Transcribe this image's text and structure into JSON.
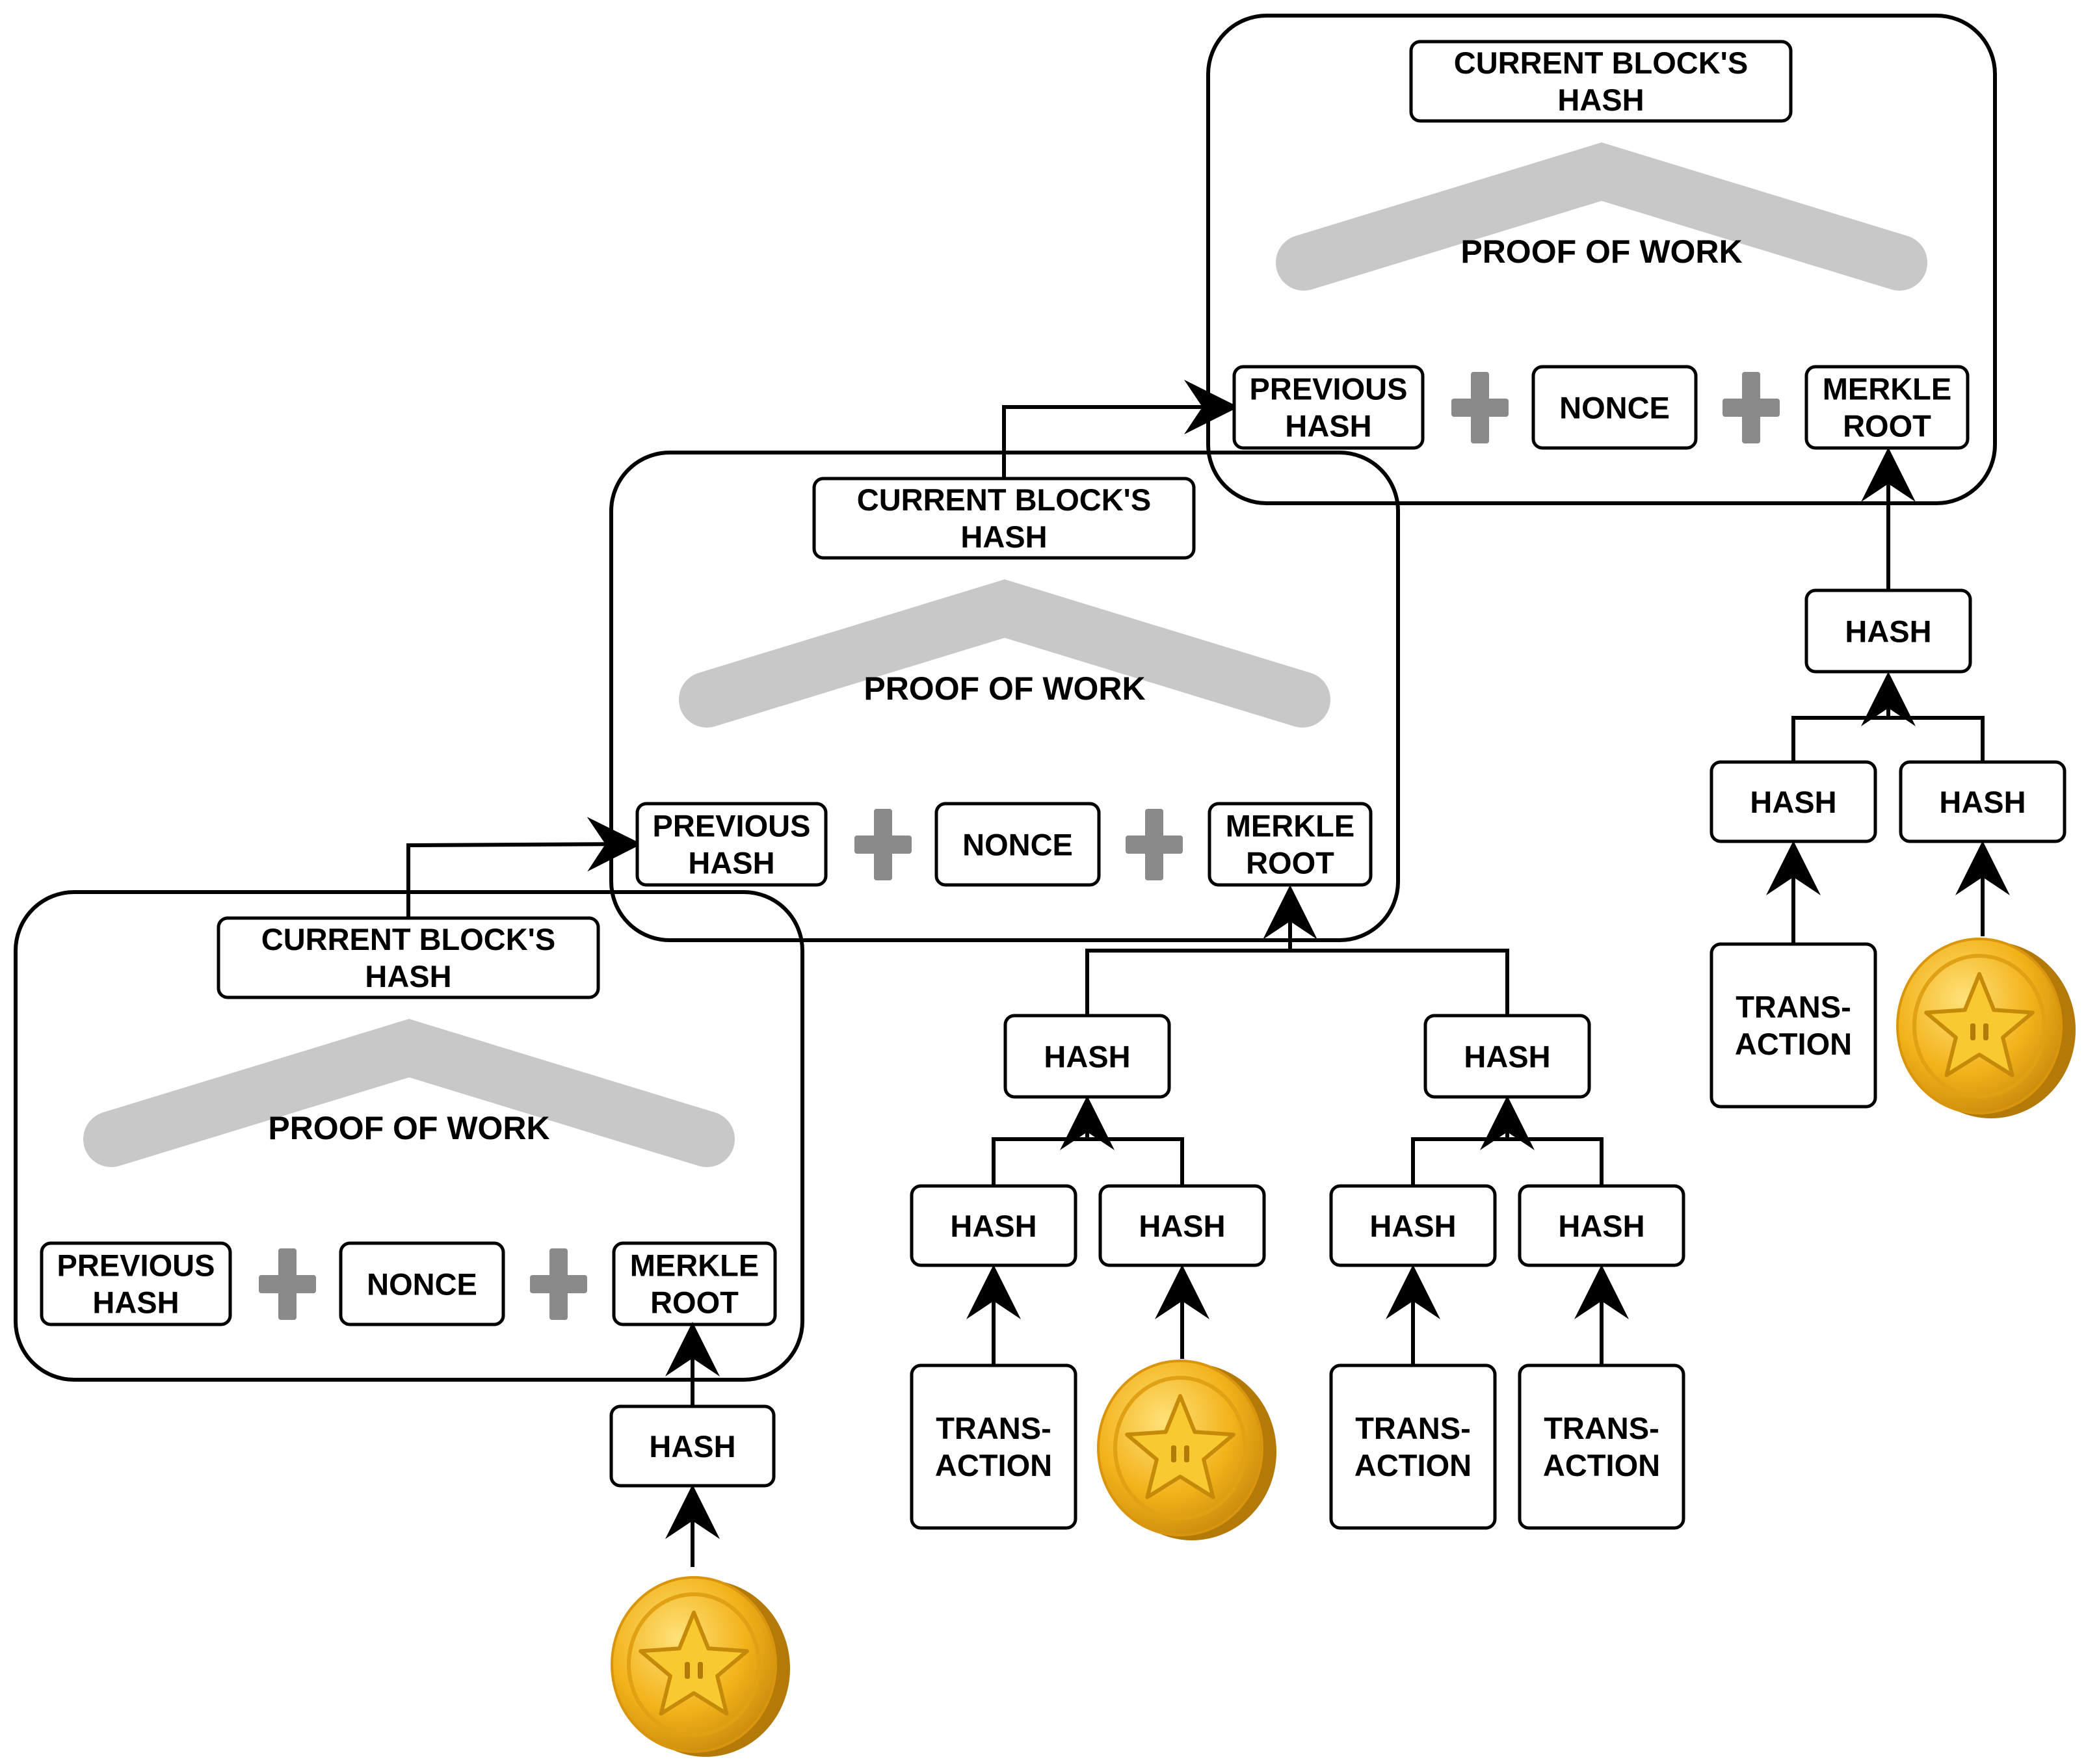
{
  "labels": {
    "current_hash": [
      "CURRENT BLOCK'S",
      "HASH"
    ],
    "proof_of_work": "PROOF OF WORK",
    "previous_hash": [
      "PREVIOUS",
      "HASH"
    ],
    "nonce": "NONCE",
    "merkle_root": [
      "MERKLE",
      "ROOT"
    ],
    "hash": "HASH",
    "transaction": [
      "TRANS-",
      "ACTION"
    ]
  },
  "colors": {
    "stroke": "#000000",
    "chevron": "#c8c8c8",
    "plus": "#8a8a8a",
    "coin_face": "#f2b21a",
    "coin_rim": "#c98a0c",
    "coin_star": "#f7c531"
  },
  "icons": {
    "plus": "plus-icon",
    "coin": "star-coin-icon",
    "chevron": "chevron-up-shape"
  }
}
